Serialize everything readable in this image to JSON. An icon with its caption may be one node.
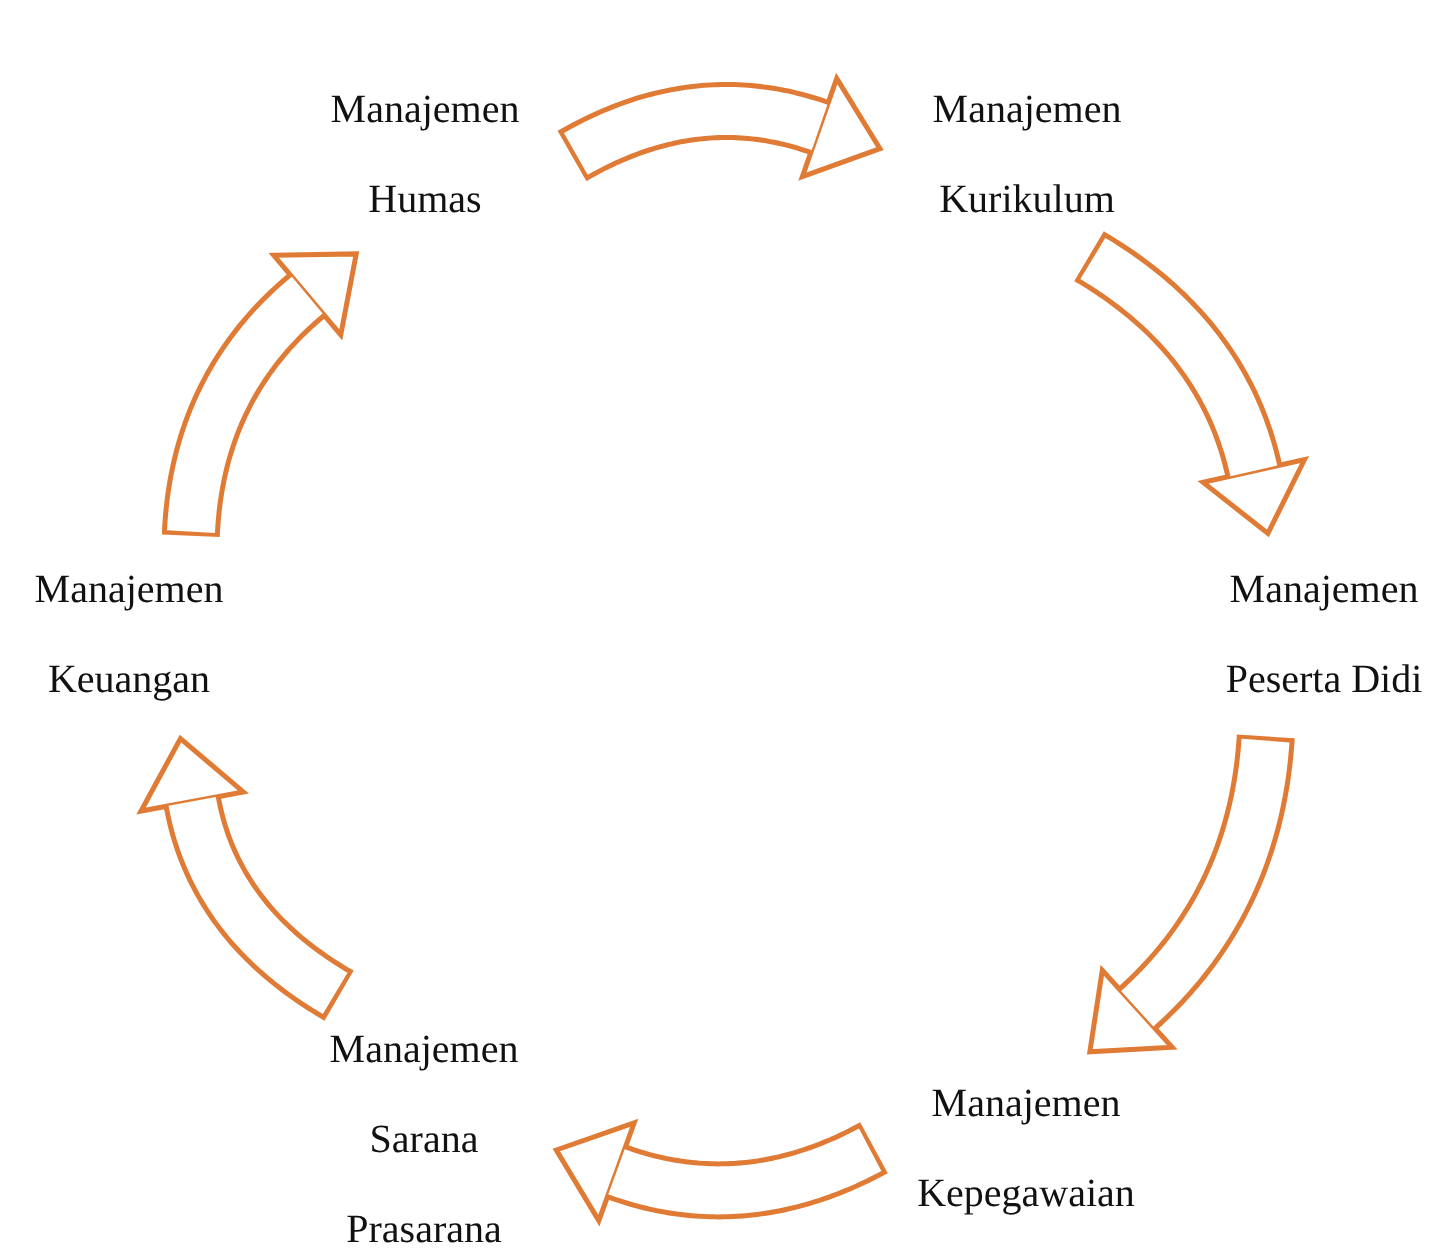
{
  "diagram": {
    "nodes": [
      {
        "text": [
          "Manajemen Humas"
        ]
      },
      {
        "text": [
          "Manajemen Kurikulum"
        ]
      },
      {
        "text": [
          "Manajemen Peserta Didi"
        ]
      },
      {
        "text": [
          "Manajemen Kepegawaian"
        ]
      },
      {
        "text": [
          "Manajemen Sarana Prasarana"
        ]
      },
      {
        "text": [
          "Manajemen Keuangan"
        ]
      }
    ],
    "edges": [
      {
        "from": 0,
        "to": 1,
        "arrow": "to"
      },
      {
        "from": 1,
        "to": 2,
        "arrow": "to"
      },
      {
        "from": 2,
        "to": 3,
        "arrow": "to"
      },
      {
        "from": 3,
        "to": 4,
        "arrow": "to"
      },
      {
        "from": 4,
        "to": 5,
        "arrow": "to"
      },
      {
        "from": 5,
        "to": 0,
        "arrow": "to"
      }
    ]
  }
}
